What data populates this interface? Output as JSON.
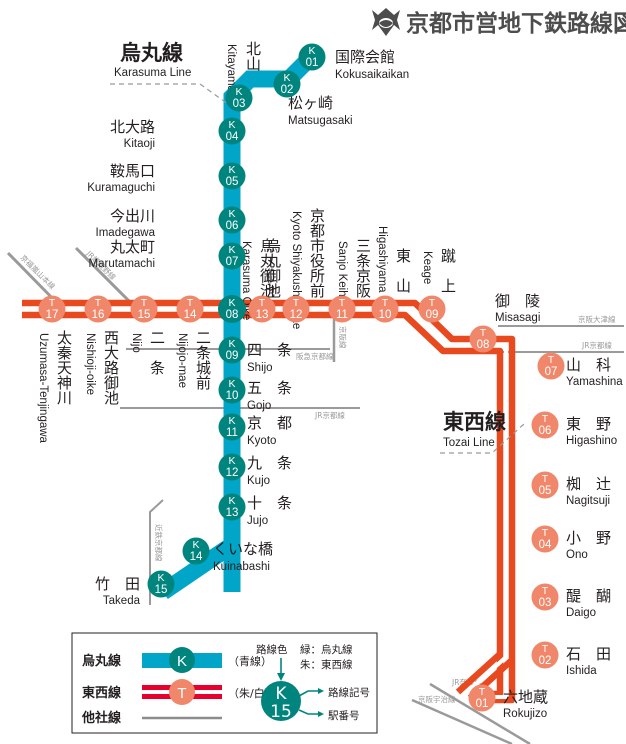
{
  "title": {
    "text": "京都市営地下鉄路線図",
    "emblem_name": "kyoto-city-emblem"
  },
  "lines": {
    "karasuma": {
      "name_jp": "烏丸線",
      "name_rom": "Karasuma Line",
      "color": "#00A5C8",
      "marker_color": "#00857E",
      "legend_note": "（青線）"
    },
    "tozai": {
      "name_jp": "東西線",
      "name_rom": "Tozai Line",
      "color": "#E8491E",
      "marker_color": "#F0876A",
      "legend_note": "（朱/白）"
    },
    "other": {
      "name_jp": "他社線",
      "color": "#8C8C8C"
    }
  },
  "karasuma_stations": [
    {
      "code": "K",
      "num": "01",
      "jp": "国際会館",
      "rom": "Kokusaikaikan"
    },
    {
      "code": "K",
      "num": "02",
      "jp": "松ヶ崎",
      "rom": "Matsugasaki"
    },
    {
      "code": "K",
      "num": "03",
      "jp": "北山",
      "rom": "Kitayama"
    },
    {
      "code": "K",
      "num": "04",
      "jp": "北大路",
      "rom": "Kitaoji"
    },
    {
      "code": "K",
      "num": "05",
      "jp": "鞍馬口",
      "rom": "Kuramaguchi"
    },
    {
      "code": "K",
      "num": "06",
      "jp": "今出川",
      "rom": "Imadegawa"
    },
    {
      "code": "K",
      "num": "07",
      "jp": "丸太町",
      "rom": "Marutamachi"
    },
    {
      "code": "K",
      "num": "08",
      "jp": "烏丸御池",
      "rom": "Karasuma Oike"
    },
    {
      "code": "K",
      "num": "09",
      "jp": "四　条",
      "rom": "Shijo"
    },
    {
      "code": "K",
      "num": "10",
      "jp": "五　条",
      "rom": "Gojo"
    },
    {
      "code": "K",
      "num": "11",
      "jp": "京　都",
      "rom": "Kyoto"
    },
    {
      "code": "K",
      "num": "12",
      "jp": "九　条",
      "rom": "Kujo"
    },
    {
      "code": "K",
      "num": "13",
      "jp": "十　条",
      "rom": "Jujo"
    },
    {
      "code": "K",
      "num": "14",
      "jp": "くいな橋",
      "rom": "Kuinabashi"
    },
    {
      "code": "K",
      "num": "15",
      "jp": "竹　田",
      "rom": "Takeda"
    }
  ],
  "tozai_stations": [
    {
      "code": "T",
      "num": "01",
      "jp": "六地蔵",
      "rom": "Rokujizo"
    },
    {
      "code": "T",
      "num": "02",
      "jp": "石　田",
      "rom": "Ishida"
    },
    {
      "code": "T",
      "num": "03",
      "jp": "醍　醐",
      "rom": "Daigo"
    },
    {
      "code": "T",
      "num": "04",
      "jp": "小　野",
      "rom": "Ono"
    },
    {
      "code": "T",
      "num": "05",
      "jp": "椥　辻",
      "rom": "Nagitsuji"
    },
    {
      "code": "T",
      "num": "06",
      "jp": "東　野",
      "rom": "Higashino"
    },
    {
      "code": "T",
      "num": "07",
      "jp": "山　科",
      "rom": "Yamashina"
    },
    {
      "code": "T",
      "num": "08",
      "jp": "御　陵",
      "rom": "Misasagi"
    },
    {
      "code": "T",
      "num": "09",
      "jp": "蹴　上",
      "rom": "Keage"
    },
    {
      "code": "T",
      "num": "10",
      "jp": "東　山",
      "rom": "Higashiyama"
    },
    {
      "code": "T",
      "num": "11",
      "jp": "三条京阪",
      "rom": "Sanjo Keihan"
    },
    {
      "code": "T",
      "num": "12",
      "jp": "京都市役所前",
      "rom": "Kyoto Shiyakusho-mae"
    },
    {
      "code": "T",
      "num": "13",
      "jp": "烏丸御池",
      "rom": "Karasuma Oike"
    },
    {
      "code": "T",
      "num": "14",
      "jp": "二条城前",
      "rom": "Nijojo-mae"
    },
    {
      "code": "T",
      "num": "15",
      "jp": "二　条",
      "rom": "Nijo"
    },
    {
      "code": "T",
      "num": "16",
      "jp": "西大路御池",
      "rom": "Nishioji-oike"
    },
    {
      "code": "T",
      "num": "17",
      "jp": "太秦天神川",
      "rom": "Uzumasa-Tenjingawa"
    }
  ],
  "other_lines": [
    {
      "id": "keifuku-arashiyama",
      "label": "京福嵐山本線"
    },
    {
      "id": "jr-sagano",
      "label": "JR嵯峨野線"
    },
    {
      "id": "hankyu-kyoto",
      "label": "阪急京都線"
    },
    {
      "id": "jr-kyoto-west",
      "label": "JR京都線"
    },
    {
      "id": "keihan",
      "label": "京阪線"
    },
    {
      "id": "kintetsu-kyoto",
      "label": "近鉄京都線"
    },
    {
      "id": "keihan-otsu",
      "label": "京阪大津線"
    },
    {
      "id": "jr-kyoto-east",
      "label": "JR京都線"
    },
    {
      "id": "jr-nara",
      "label": "JR奈良線"
    },
    {
      "id": "keihan-uji",
      "label": "京阪宇治線"
    }
  ],
  "legend": {
    "karasuma_label": "烏丸線",
    "karasuma_note": "（青線）",
    "tozai_label": "東西線",
    "tozai_note": "（朱/白）",
    "other_label": "他社線",
    "color_note_title": "路線色",
    "color_note_line1": "緑：烏丸線",
    "color_note_line2": "朱：東西線",
    "sample_code": "K",
    "sample_num": "15",
    "callout_symbol": "路線記号",
    "callout_number": "駅番号"
  }
}
